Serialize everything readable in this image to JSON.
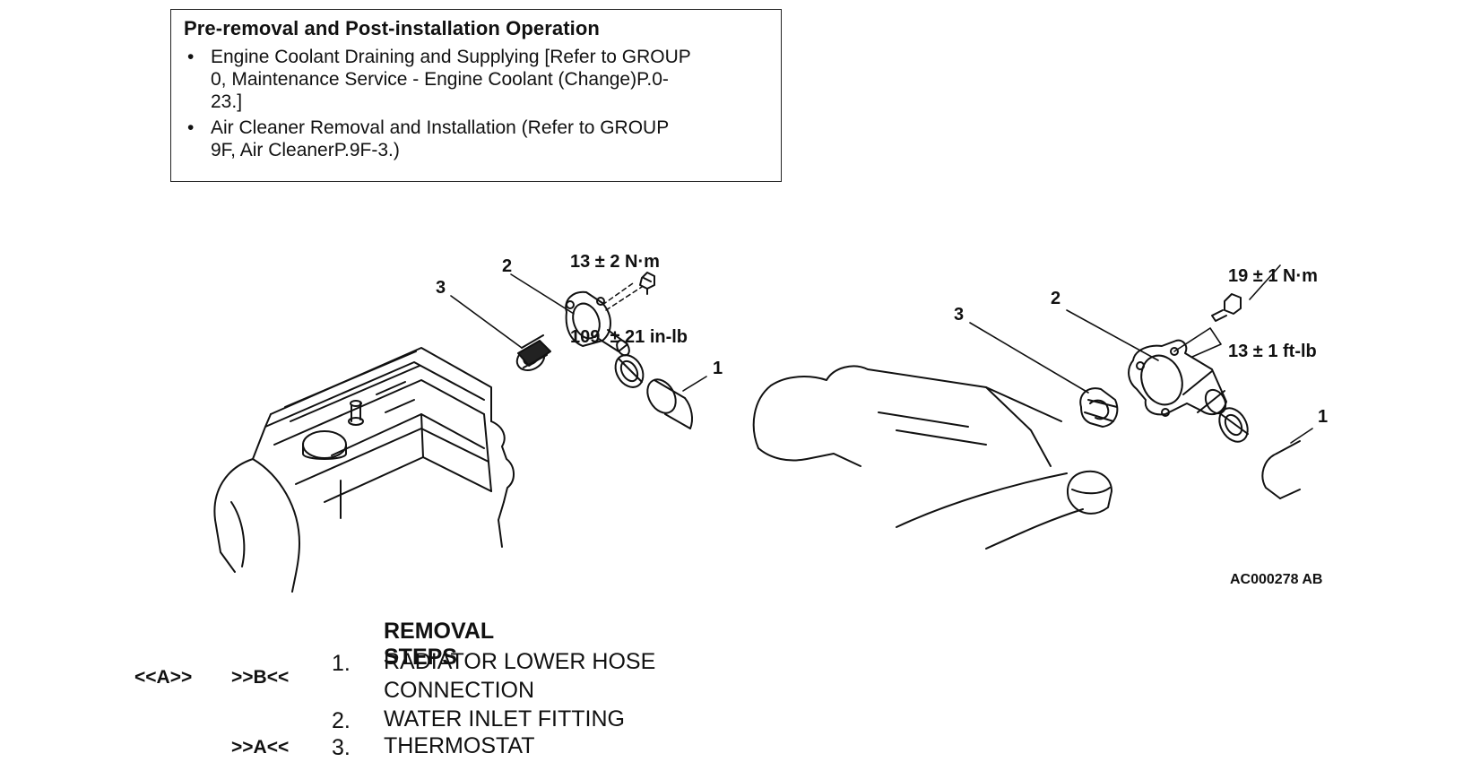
{
  "note": {
    "title": "Pre-removal and Post-installation Operation",
    "bullet_glyph": "•",
    "items": [
      {
        "lines": [
          "Engine Coolant Draining and Supplying [Refer to GROUP",
          "0, Maintenance Service - Engine Coolant (Change)P.0-",
          "23.]"
        ]
      },
      {
        "lines": [
          "Air Cleaner Removal and Installation (Refer to GROUP",
          "9F, Air CleanerP.9F-3.)"
        ]
      }
    ]
  },
  "diagram": {
    "left_torque": {
      "line1": "13 ± 2 N·m",
      "line2": "109  ± 21 in-lb"
    },
    "right_torque": {
      "line1": "19 ± 1 N·m",
      "line2": "13 ± 1 ft-lb"
    },
    "left_callouts": {
      "c1": "1",
      "c2": "2",
      "c3": "3"
    },
    "right_callouts": {
      "c1": "1",
      "c2": "2",
      "c3": "3"
    },
    "figure_id": "AC000278 AB"
  },
  "removal_steps": {
    "title": "REMOVAL STEPS",
    "steps": [
      {
        "number": "1.",
        "lines": [
          "RADIATOR LOWER HOSE",
          "CONNECTION"
        ],
        "marks": [
          "<<A>>",
          ">>B<<"
        ]
      },
      {
        "number": "2.",
        "lines": [
          "WATER INLET FITTING"
        ],
        "marks": []
      },
      {
        "number": "3.",
        "lines": [
          "THERMOSTAT"
        ],
        "marks": [
          ">>A<<"
        ]
      }
    ]
  }
}
